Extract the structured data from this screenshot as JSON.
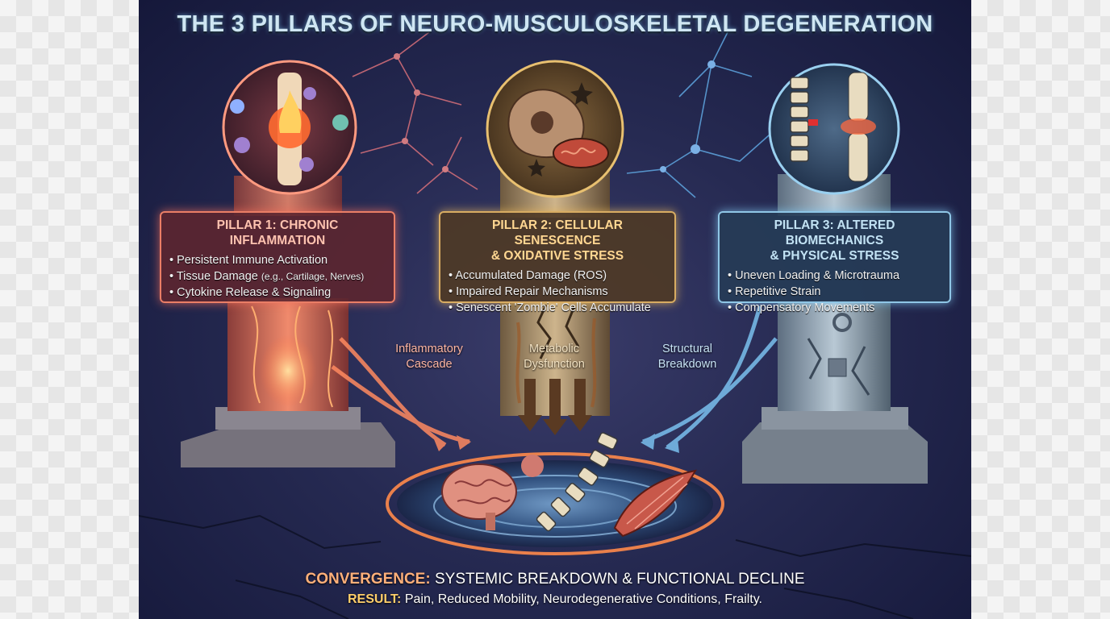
{
  "title": "THE 3 PILLARS OF NEURO-MUSCULOSKELETAL DEGENERATION",
  "pillars": [
    {
      "heading_line1": "PILLAR 1: CHRONIC",
      "heading_line2": "INFLAMMATION",
      "bullets": [
        "Persistent Immune Activation",
        "Tissue Damage",
        "Cytokine Release & Signaling"
      ],
      "bullet_2_note": "(e.g., Cartilage, Nerves)",
      "accent": "#ea7e66"
    },
    {
      "heading_line1": "PILLAR 2: CELLULAR SENESCENCE",
      "heading_line2": "& OXIDATIVE STRESS",
      "bullets": [
        "Accumulated Damage (ROS)",
        "Impaired Repair Mechanisms",
        "Senescent 'Zombie' Cells Accumulate"
      ],
      "accent": "#d8ac62"
    },
    {
      "heading_line1": "PILLAR 3: ALTERED BIOMECHANICS",
      "heading_line2": "& PHYSICAL STRESS",
      "bullets": [
        "Uneven Loading & Microtrauma",
        "Repetitive Strain",
        "Compensatory Movements"
      ],
      "accent": "#8fc6e6"
    }
  ],
  "flows": {
    "inflammatory": [
      "Inflammatory",
      "Cascade"
    ],
    "metabolic": [
      "Metabolic",
      "Dysfunction"
    ],
    "structural": [
      "Structural",
      "Breakdown"
    ]
  },
  "footer": {
    "convergence_label": "CONVERGENCE:",
    "convergence_text": "SYSTEMIC BREAKDOWN & FUNCTIONAL DECLINE",
    "result_label": "RESULT:",
    "result_text": "Pain, Reduced Mobility, Neurodegenerative Conditions, Frailty."
  },
  "icons": {
    "pillar_1": "inflamed-joint-icon",
    "pillar_2": "senescent-cell-icon",
    "pillar_3": "spine-knee-icon",
    "convergence": [
      "brain-icon",
      "spine-icon",
      "muscle-icon"
    ]
  }
}
